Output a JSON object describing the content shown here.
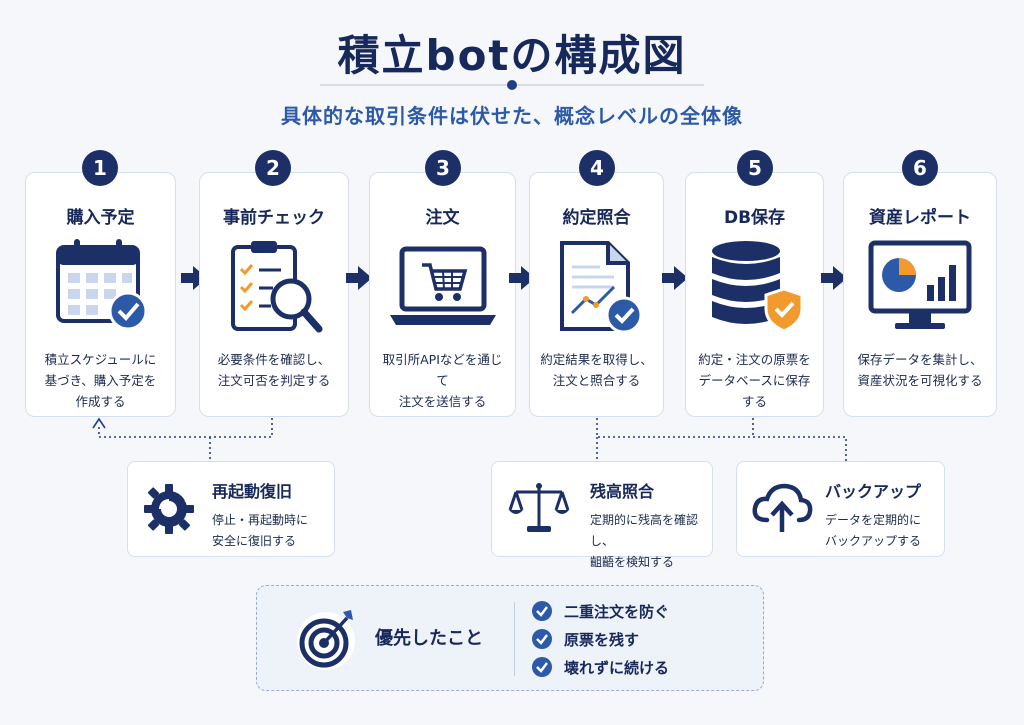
{
  "title": "積立botの構成図",
  "subtitle": "具体的な取引条件は伏せた、概念レベルの全体像",
  "steps": [
    {
      "num": "1",
      "title": "購入予定",
      "desc": "積立スケジュールに\n基づき、購入予定を\n作成する",
      "icon": "calendar-check-icon"
    },
    {
      "num": "2",
      "title": "事前チェック",
      "desc": "必要条件を確認し、\n注文可否を判定する",
      "icon": "clipboard-search-icon"
    },
    {
      "num": "3",
      "title": "注文",
      "desc": "取引所APIなどを通じて\n注文を送信する",
      "icon": "laptop-cart-icon"
    },
    {
      "num": "4",
      "title": "約定照合",
      "desc": "約定結果を取得し、\n注文と照合する",
      "icon": "document-chart-check-icon"
    },
    {
      "num": "5",
      "title": "DB保存",
      "desc": "約定・注文の原票を\nデータベースに保存する",
      "icon": "database-shield-icon"
    },
    {
      "num": "6",
      "title": "資産レポート",
      "desc": "保存データを集計し、\n資産状況を可視化する",
      "icon": "monitor-chart-icon"
    }
  ],
  "sub_boxes": {
    "recovery": {
      "title": "再起動復旧",
      "desc": "停止・再起動時に\n安全に復旧する",
      "icon": "gear-refresh-icon"
    },
    "balance": {
      "title": "残高照合",
      "desc": "定期的に残高を確認し、\n齟齬を検知する",
      "icon": "balance-scale-icon"
    },
    "backup": {
      "title": "バックアップ",
      "desc": "データを定期的に\nバックアップする",
      "icon": "cloud-upload-icon"
    }
  },
  "priorities": {
    "label": "優先したこと",
    "items": [
      "二重注文を防ぐ",
      "原票を残す",
      "壊れずに続ける"
    ],
    "icon": "target-arrow-icon"
  },
  "colors": {
    "navy": "#1c2f66",
    "accent_blue": "#2d5aa8",
    "orange": "#f29a2e",
    "light_blue": "#c9d6ee"
  }
}
